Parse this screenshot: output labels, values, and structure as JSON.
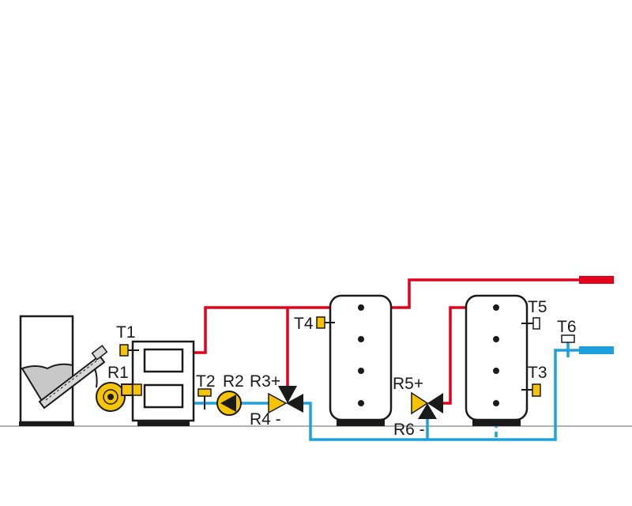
{
  "labels": {
    "t1": "T1",
    "r1": "R1",
    "t2": "T2",
    "r2": "R2",
    "r3": "R3+",
    "r4": "R4 -",
    "t4": "T4",
    "r5": "R5+",
    "r6": "R6 -",
    "t5": "T5",
    "t6": "T6",
    "t3": "T3"
  },
  "colors": {
    "hot_pipe": "#e2001a",
    "cold_pipe": "#1ea0dc",
    "sensor": "#f6c400",
    "outline": "#1a1a1a",
    "ground": "#999999"
  },
  "icons": {
    "valves": "three-way-valve-icon",
    "pump": "circulation-pump-icon",
    "fan": "blower-fan-icon",
    "feeder": "auger-feeder-icon"
  }
}
